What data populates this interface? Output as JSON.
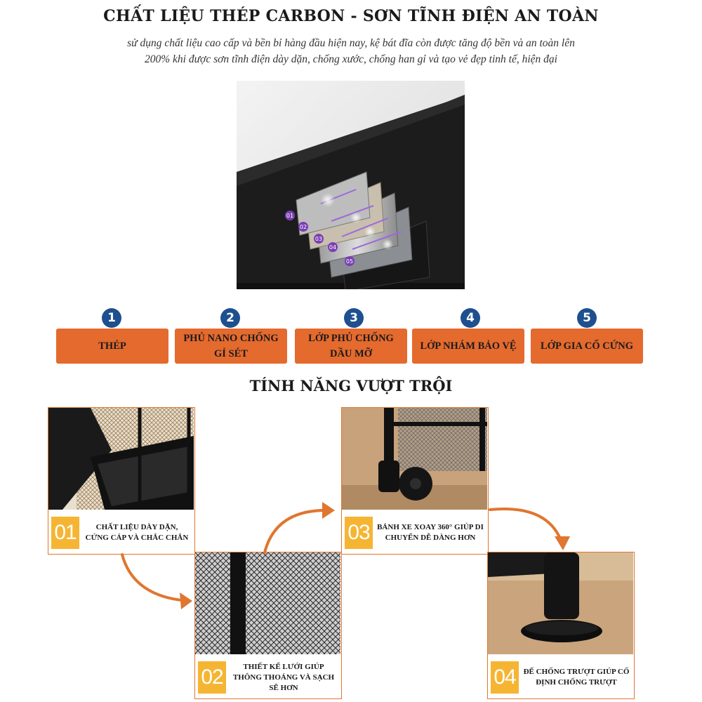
{
  "header": {
    "title": "CHẤT LIỆU THÉP CARBON - SƠN TĨNH ĐIỆN AN TOÀN",
    "subtitle": "sử dụng chất liệu cao cấp và bền bỉ hàng đầu hiện nay, kệ bát đĩa còn được tăng độ bền và an toàn lên 200% khi được sơn tĩnh điện dày dặn, chống xước, chống han gỉ và tạo vẻ đẹp tinh tế, hiện đại"
  },
  "hero": {
    "layer_tags": [
      "01",
      "02",
      "03",
      "04",
      "05"
    ]
  },
  "layers": [
    {
      "number": "1",
      "label": "THÉP"
    },
    {
      "number": "2",
      "label": "PHỦ NANO CHỐNG GỈ SÉT"
    },
    {
      "number": "3",
      "label": "LỚP PHỦ CHỐNG DẦU MỠ"
    },
    {
      "number": "4",
      "label": "LỚP NHÁM BẢO VỆ"
    },
    {
      "number": "5",
      "label": "LỚP GIA CỐ CỨNG"
    }
  ],
  "features": {
    "title": "TÍNH NĂNG VƯỢT TRỘI",
    "items": [
      {
        "number": "01",
        "caption": "CHẤT LIỆU DÀY DẶN, CỨNG CÁP VÀ CHẮC CHẮN"
      },
      {
        "number": "02",
        "caption": "THIẾT KẾ LƯỚI GIÚP THÔNG THOÁNG VÀ SẠCH SẼ HƠN"
      },
      {
        "number": "03",
        "caption": "BÁNH XE XOAY 360° GIÚP DI CHUYỂN DỄ DÀNG HƠN"
      },
      {
        "number": "04",
        "caption": "ĐẾ CHỐNG TRƯỢT GIÚP CỐ ĐỊNH CHỐNG TRƯỢT"
      }
    ]
  },
  "colors": {
    "accent_orange": "#e46a2e",
    "badge_blue": "#1e4f8f",
    "number_yellow": "#f5b533",
    "arrow_orange": "#e0762f"
  }
}
